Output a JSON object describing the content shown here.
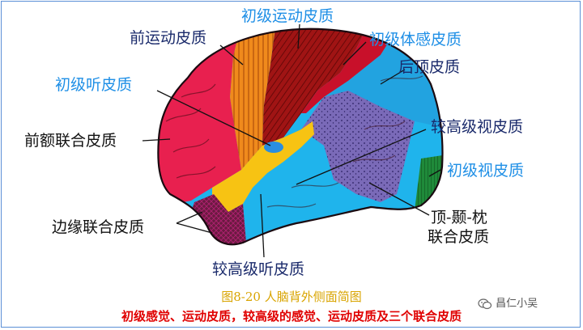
{
  "labels": {
    "primary_motor": "初级运动皮质",
    "premotor": "前运动皮质",
    "primary_somatosensory": "初级体感皮质",
    "primary_auditory": "初级听皮质",
    "posterior_parietal": "后顶皮质",
    "prefrontal": "前额联合皮质",
    "higher_visual": "较高级视皮质",
    "primary_visual": "初级视皮质",
    "limbic": "边缘联合皮质",
    "pto_line1": "顶-颞-枕",
    "pto_line2": "联合皮质",
    "higher_auditory": "较高级听皮质"
  },
  "caption": "图8-20 人脑背外侧面简图",
  "subcaption": "初级感觉、运动皮质，较高级的感觉、运动皮质及三个联合皮质",
  "watermark": {
    "text": "昌仁小吴",
    "icon": "wechat-icon"
  },
  "colors": {
    "prefrontal": "#e8204f",
    "premotor": "#f08a1c",
    "primary_motor": "#a01414",
    "posterior_parietal": "#22a3e0",
    "higher_visual": "#7a6ab8",
    "primary_visual": "#1f8a3a",
    "temporal": "#1fb4ec",
    "higher_auditory": "#f7c313",
    "primary_auditory": "#2a8ee0",
    "limbic": "#6a1a40",
    "blue_label": "#1f8fe6",
    "caption": "#d9a400",
    "subcaption": "#e00000"
  }
}
